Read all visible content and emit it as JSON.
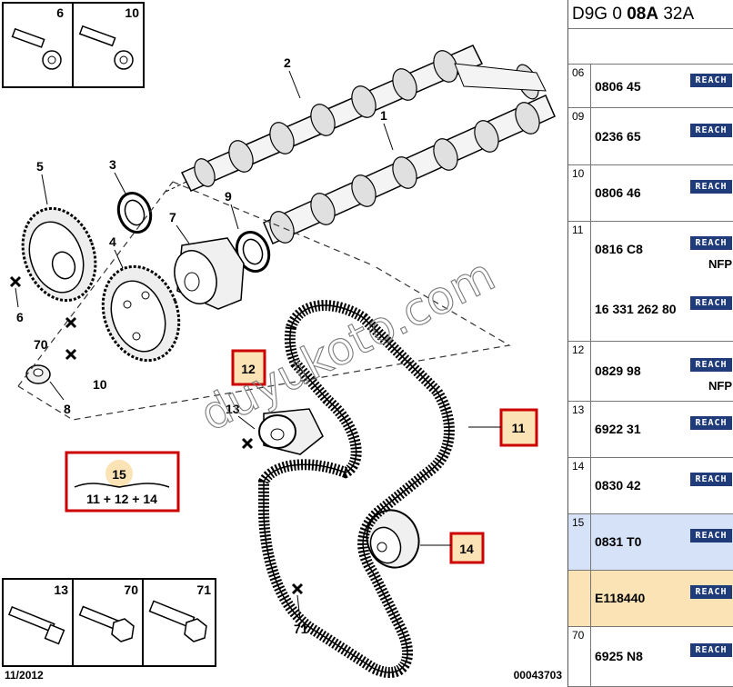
{
  "diagram": {
    "callouts": {
      "c1": "1",
      "c2": "2",
      "c3": "3",
      "c4": "4",
      "c5": "5",
      "c6": "6",
      "c7": "7",
      "c8": "8",
      "c9": "9",
      "c10": "10",
      "c11": "11",
      "c12": "12",
      "c13": "13",
      "c14": "14",
      "c70": "70",
      "c71": "71"
    },
    "kit_box": {
      "number": "15",
      "formula": "11 + 12 + 14"
    },
    "inset_top": {
      "left": "6",
      "right": "10"
    },
    "inset_bottom": {
      "a": "13",
      "b": "70",
      "c": "71"
    },
    "date": "11/2012",
    "doc_number": "00043703",
    "watermark": "duyukoto.com",
    "highlight_color": "#cc0000",
    "highlight_fill": "#fbe3b5"
  },
  "panel": {
    "header_prefix": "D9G 0 ",
    "header_bold": "08A",
    "header_suffix": " 32A",
    "rows": [
      {
        "num": "06",
        "lines": [
          {
            "text": "0806 45",
            "reach": "REACH"
          }
        ]
      },
      {
        "num": "09",
        "lines": [
          {
            "text": "0236 65",
            "reach": "REACH"
          }
        ]
      },
      {
        "num": "10",
        "lines": [
          {
            "text": "0806 46",
            "reach": "REACH"
          }
        ]
      },
      {
        "num": "11",
        "lines": [
          {
            "text": "0816 C8",
            "reach": "REACH",
            "nfp": "NFP"
          },
          {
            "text": "16 331 262 80",
            "reach": "REACH"
          }
        ]
      },
      {
        "num": "12",
        "lines": [
          {
            "text": "0829 98",
            "reach": "REACH",
            "nfp": "NFP"
          }
        ]
      },
      {
        "num": "13",
        "lines": [
          {
            "text": "6922 31",
            "reach": "REACH"
          }
        ]
      },
      {
        "num": "14",
        "lines": [
          {
            "text": "0830 42",
            "reach": "REACH"
          }
        ]
      },
      {
        "num": "15",
        "lines": [
          {
            "text": "0831 T0",
            "reach": "REACH"
          }
        ]
      },
      {
        "num": "",
        "lines": [
          {
            "text": "E118440",
            "reach": "REACH"
          }
        ]
      },
      {
        "num": "70",
        "lines": [
          {
            "text": "6925 N8",
            "reach": "REACH"
          }
        ]
      }
    ],
    "row_colors": {
      "selected": "#d6e2f7",
      "alt": "#fbe3b5"
    }
  }
}
